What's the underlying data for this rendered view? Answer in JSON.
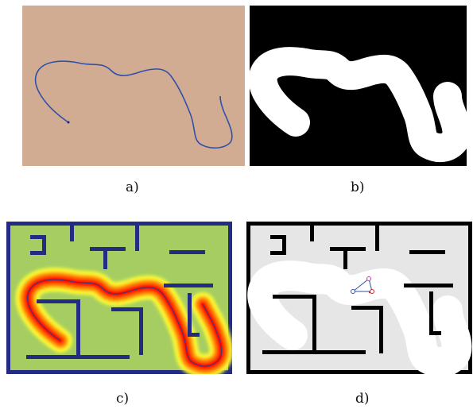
{
  "figure": {
    "captions": {
      "a": "a)",
      "b": "b)",
      "c": "c)",
      "d": "d)"
    },
    "colors": {
      "panel_a_background": "#d1ac92",
      "panel_a_path": "#3050a8",
      "panel_b_background": "#000000",
      "panel_b_path": "#ffffff",
      "panel_c_field": "#a5cd62",
      "panel_c_walls": "#232b82",
      "panel_c_gradient": [
        "#ff0000",
        "#ff8a00",
        "#ffff33"
      ],
      "panel_d_background": "#e6e6e6",
      "panel_d_walls": "#000000",
      "panel_d_corridor": "#ffffff",
      "panel_d_robot": "#3050a8",
      "panel_d_robot_marker": "#d02020"
    }
  }
}
